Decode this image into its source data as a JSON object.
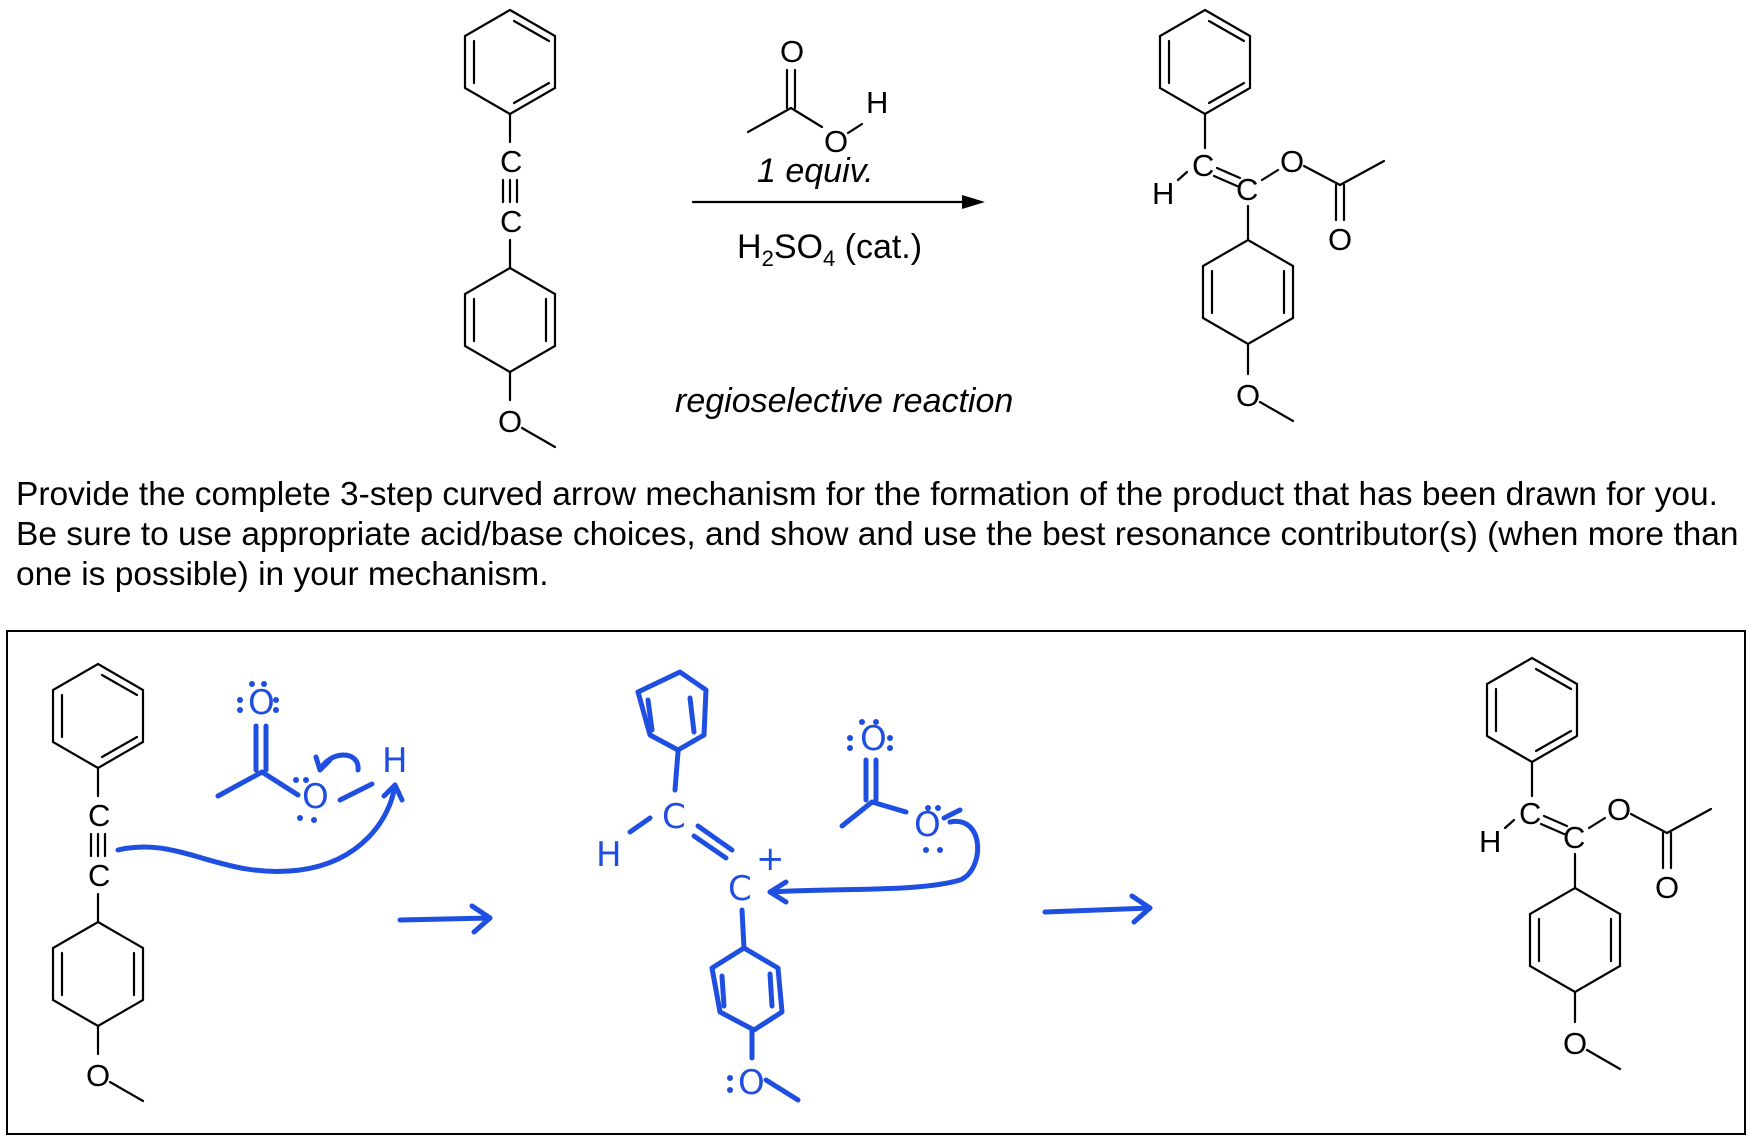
{
  "reaction": {
    "reagent_equiv": "1 equiv.",
    "catalyst_main": "H",
    "catalyst_sub2": "2",
    "catalyst_mid": "SO",
    "catalyst_sub4": "4",
    "catalyst_tail": " (cat.)",
    "note": "regioselective reaction"
  },
  "question": {
    "text": "Provide the complete 3-step curved arrow mechanism for the formation of the product that has been drawn for you. Be sure to use appropriate acid/base choices, and show and use the best resonance contributor(s) (when more than one is possible) in your mechanism."
  },
  "atoms": {
    "C": "C",
    "O": "O",
    "H": "H",
    "plus": "+"
  },
  "colors": {
    "ink": "#000000",
    "annotation": "#1f4fe0"
  }
}
